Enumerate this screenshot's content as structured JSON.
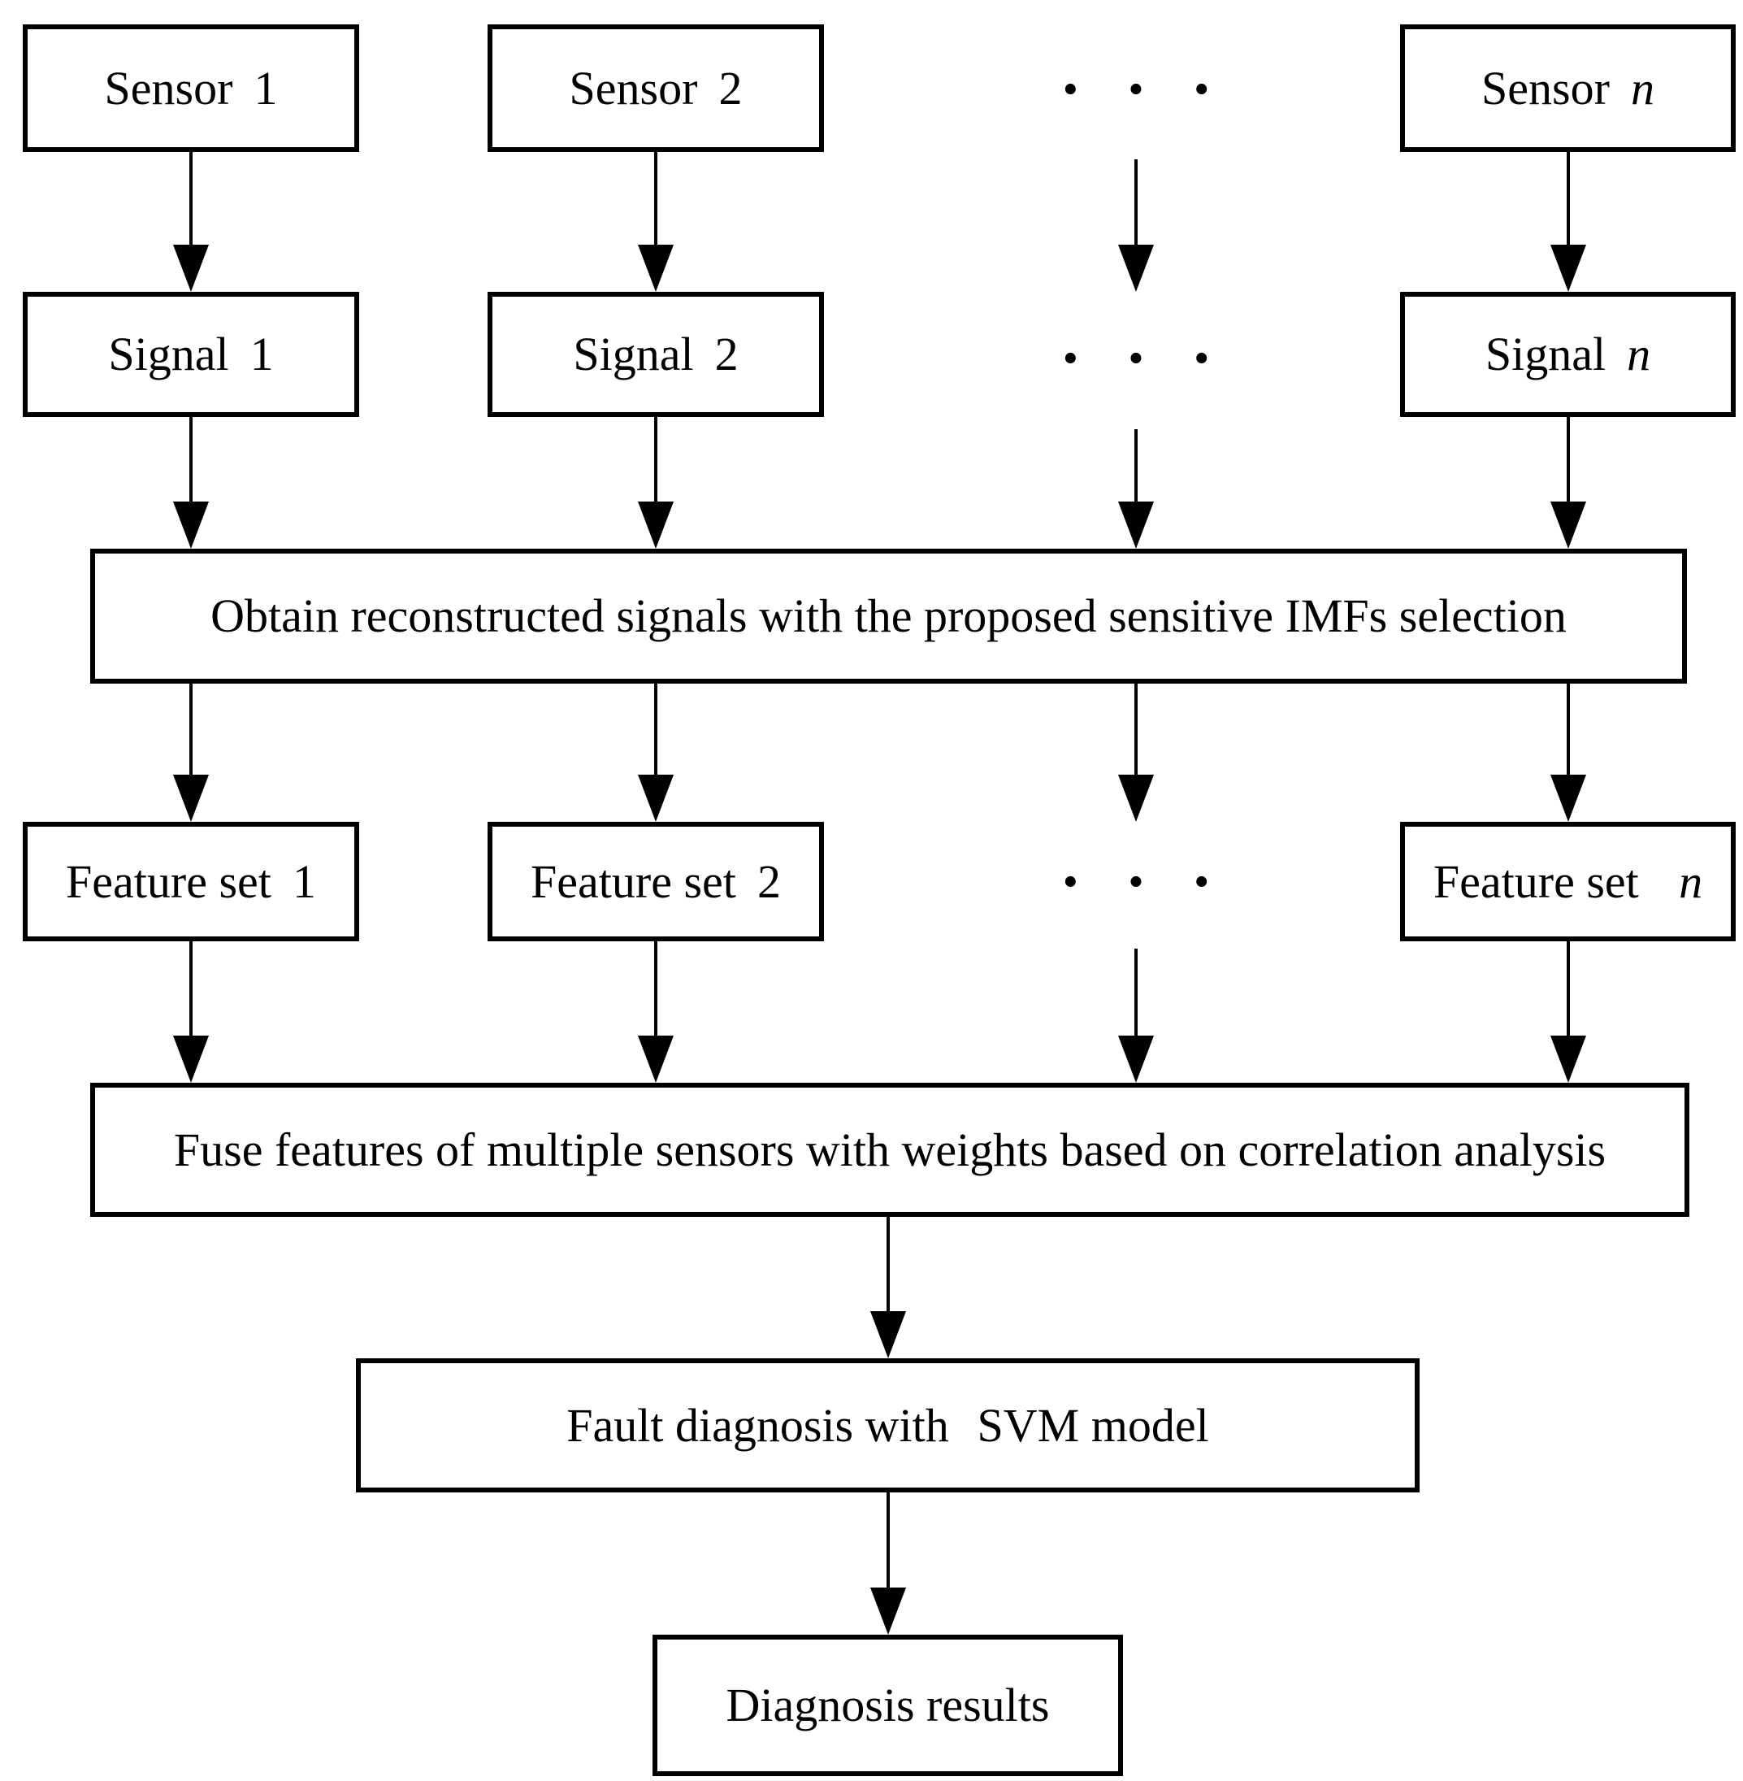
{
  "figure": {
    "background": "#ffffff",
    "line_color": "#000000",
    "description": "Flowchart of multi-sensor fault diagnosis with sensitive IMFs selection and feature fusion"
  },
  "nodes": {
    "sensor_1": {
      "text": "Sensor",
      "suffix": "1"
    },
    "sensor_2": {
      "text": "Sensor",
      "suffix": "2"
    },
    "sensor_n": {
      "text": "Sensor",
      "suffix": "n"
    },
    "signal_1": {
      "text": "Signal",
      "suffix": "1"
    },
    "signal_2": {
      "text": "Signal",
      "suffix": "2"
    },
    "signal_n": {
      "text": "Signal",
      "suffix": "n"
    },
    "imf_selection": {
      "text": "Obtain reconstructed signals with the proposed sensitive IMFs selection"
    },
    "feature_1": {
      "text": "Feature set",
      "suffix": "1"
    },
    "feature_2": {
      "text": "Feature set",
      "suffix": "2"
    },
    "feature_n": {
      "text": "Feature set",
      "suffix": "n"
    },
    "fusion": {
      "text": "Fuse features of multiple sensors with weights based on correlation analysis"
    },
    "svm": {
      "text": "Fault diagnosis with",
      "suffix": "SVM model"
    },
    "diagnosis": {
      "text": "Diagnosis results"
    }
  },
  "ellipsis": {
    "symbol": "· · ·"
  }
}
